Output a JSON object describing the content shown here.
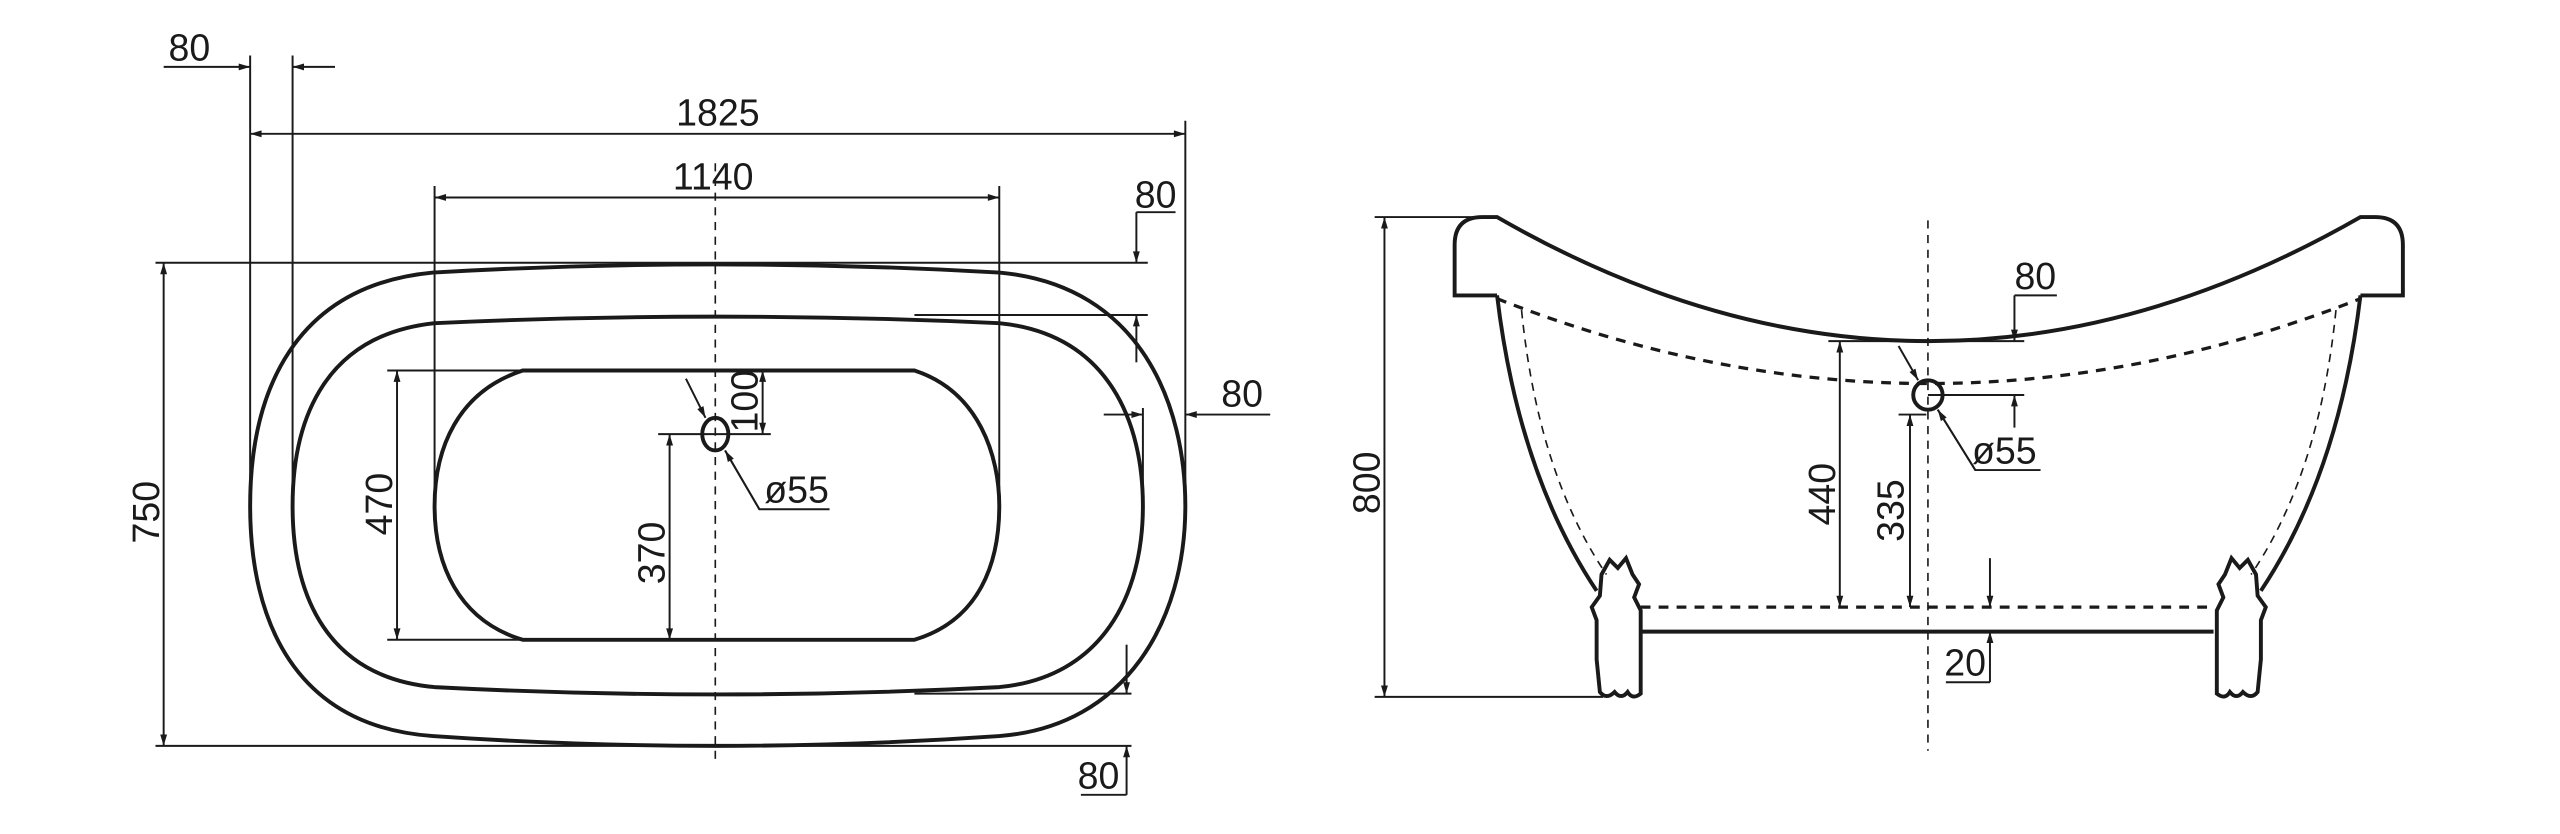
{
  "colors": {
    "line": "#1a1a1a",
    "background": "#ffffff"
  },
  "top_view": {
    "rim_left_width": "80",
    "overall_length": "1825",
    "inner_length": "1140",
    "rim_top_width": "80",
    "rim_right_width": "80",
    "rim_bottom_width": "80",
    "overall_width": "750",
    "inner_width": "470",
    "drain_offset_bottom": "370",
    "drain_offset_top": "100",
    "drain_diameter": "ø55"
  },
  "side_view": {
    "overall_height": "800",
    "inner_depth": "440",
    "drain_height": "335",
    "overflow_offset": "80",
    "drain_diameter": "ø55",
    "floor_thickness": "20"
  }
}
